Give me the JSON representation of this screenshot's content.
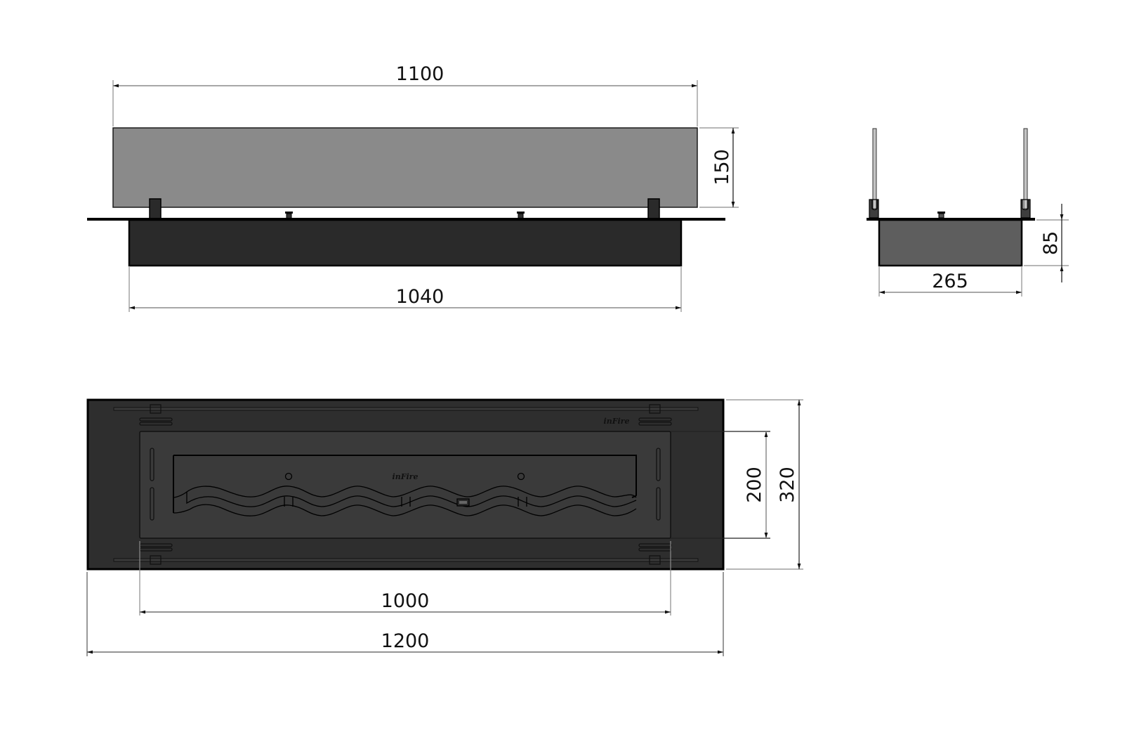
{
  "drawing": {
    "type": "technical-dimension-drawing",
    "subject": "built-in bio-ethanol fireplace burner insert with glass screen",
    "units_implied": "mm",
    "colors": {
      "background": "#ffffff",
      "glass_panel": "#8a8a8a",
      "body_front": "#2a2a2a",
      "body_side": "#5e5e5e",
      "plan_frame": "#2e2e2e",
      "plan_tray": "#3a3a3a",
      "outline": "#000000",
      "dimension_line": "#8c8c8c"
    },
    "views": {
      "front_view": {
        "dimensions": {
          "glass_width": "1100",
          "glass_height": "150",
          "body_width": "1040"
        }
      },
      "side_view": {
        "dimensions": {
          "body_depth": "265",
          "body_height": "85"
        }
      },
      "top_view": {
        "dimensions": {
          "opening_width": "1000",
          "total_width": "1200",
          "opening_depth": "200",
          "total_depth": "320"
        },
        "logo_marks": [
          "brand-logo-top-right",
          "brand-logo-burner-center"
        ]
      }
    }
  }
}
